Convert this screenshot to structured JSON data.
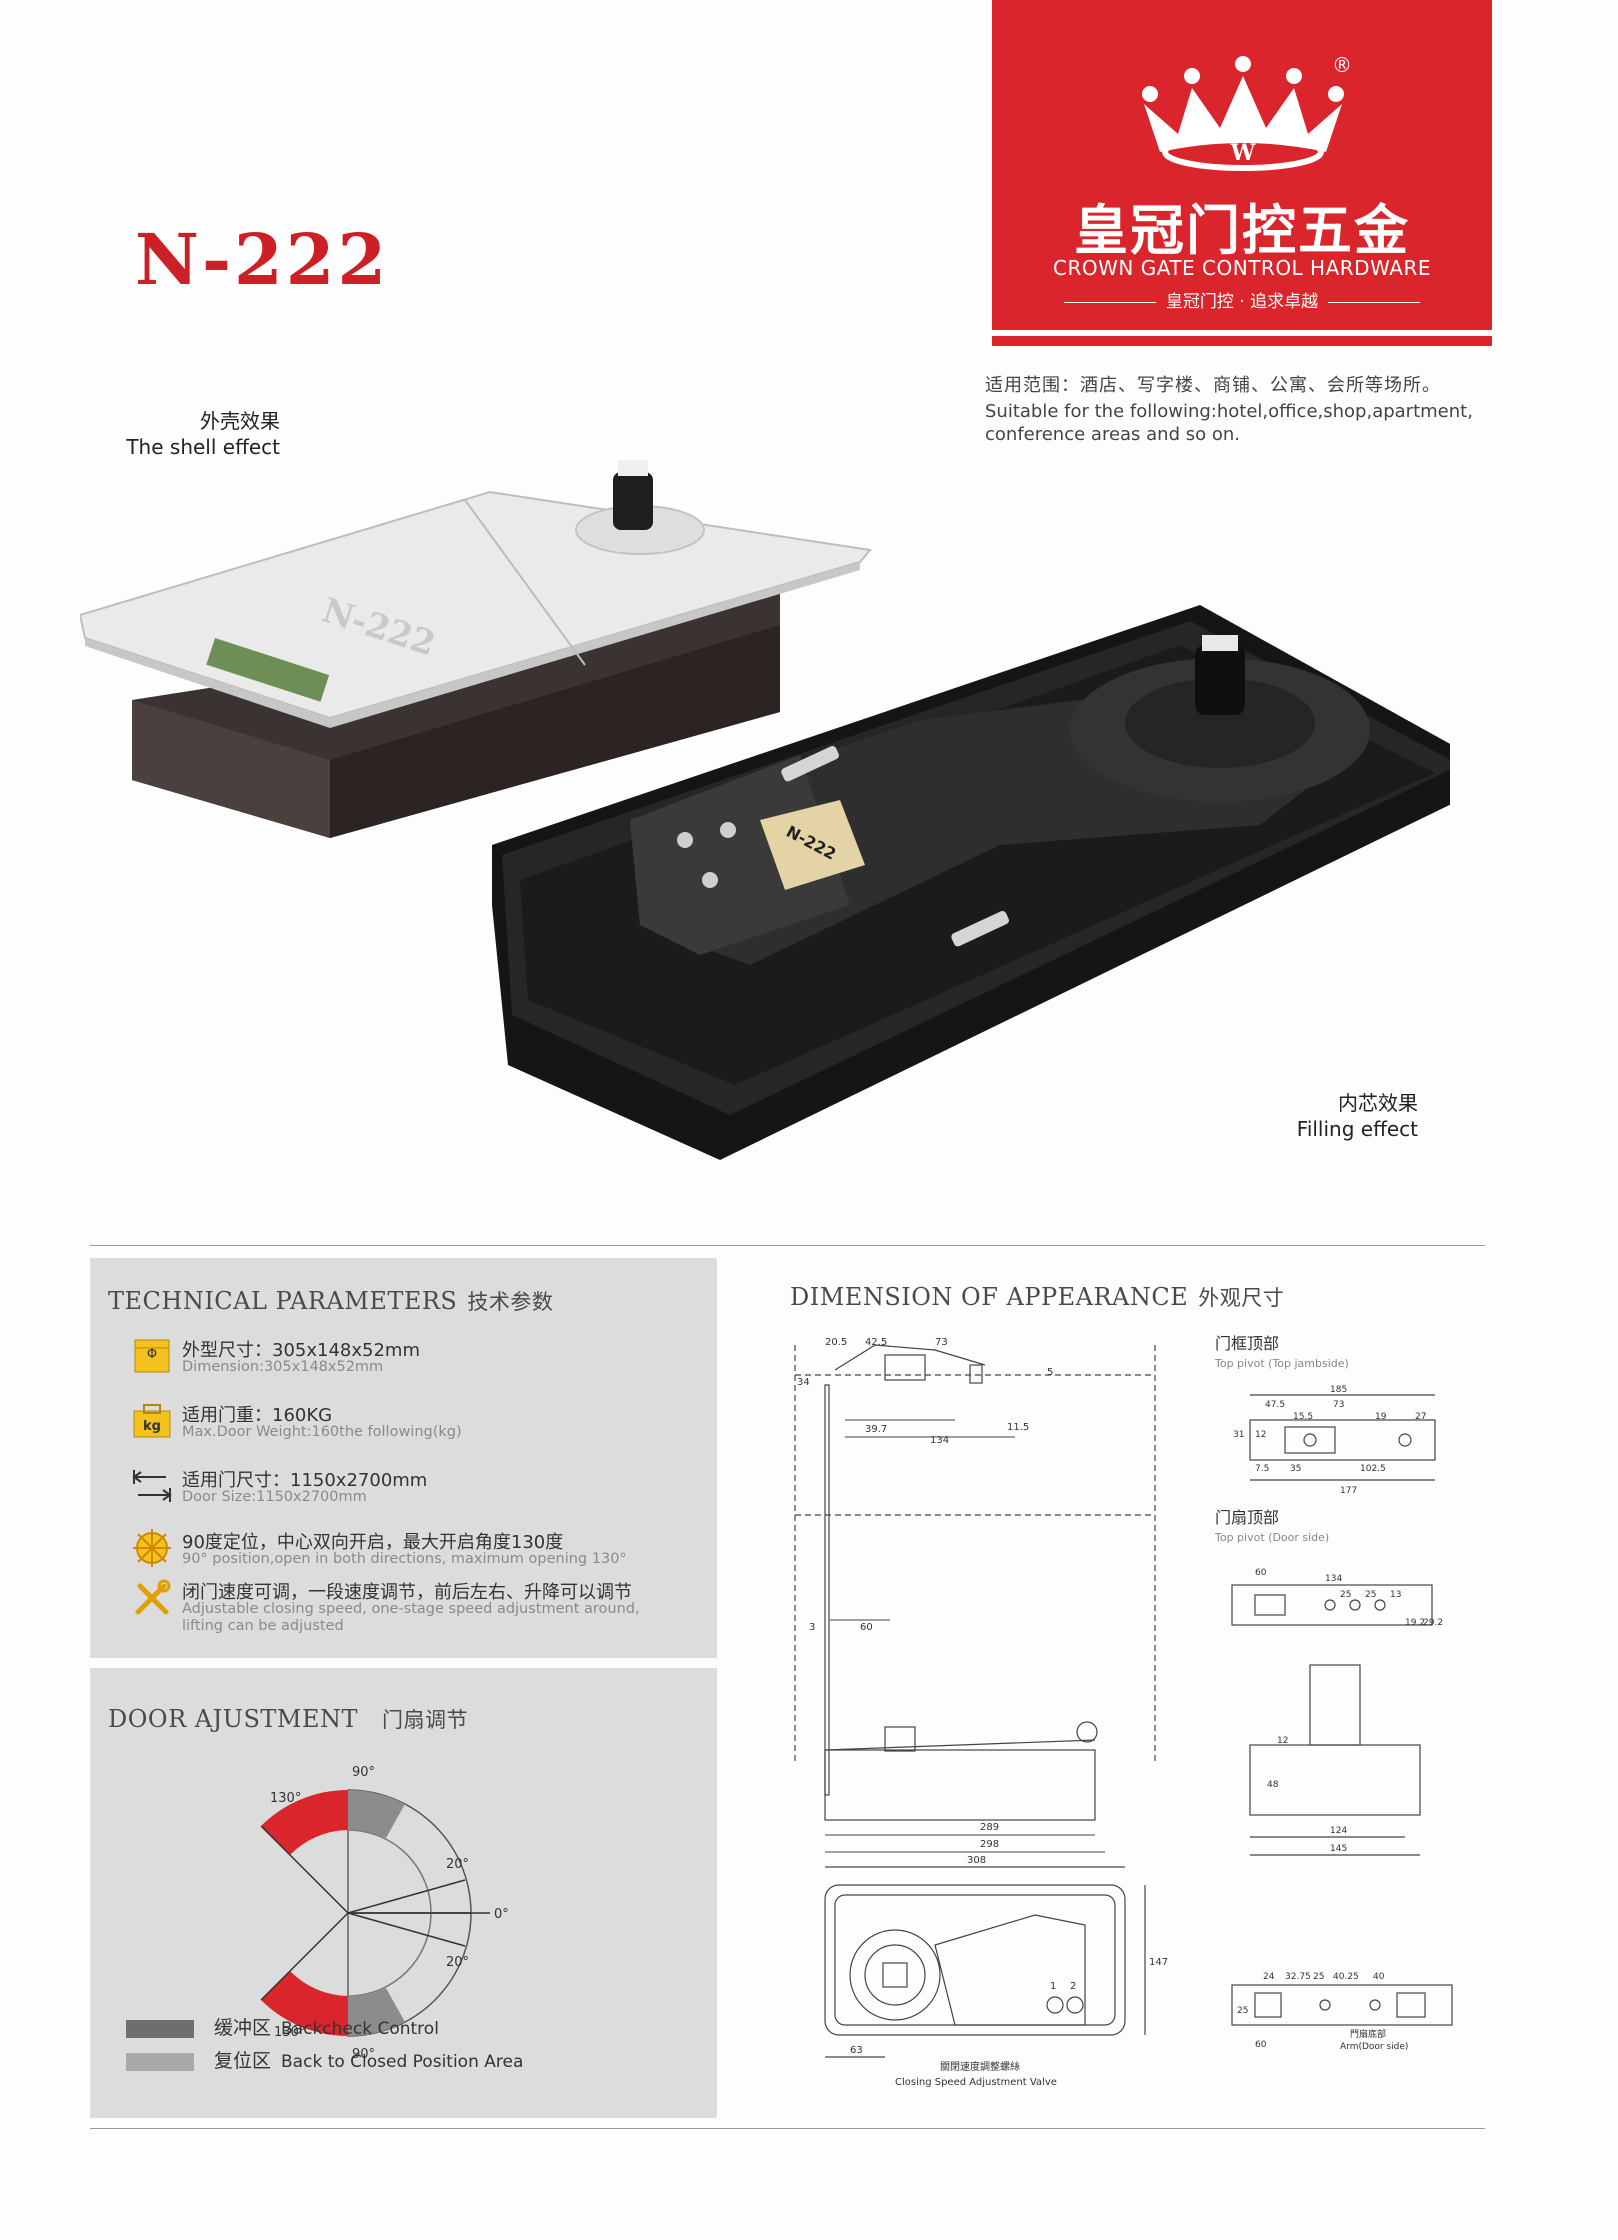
{
  "model": "N-222",
  "brand": {
    "logo_letters": "W",
    "registered_mark": "®",
    "name_cn": "皇冠门控五金",
    "name_en": "CROWN GATE CONTROL HARDWARE",
    "slogan": "皇冠门控 · 追求卓越",
    "color": "#d9252b"
  },
  "suitable": {
    "cn": "适用范围：酒店、写字楼、商铺、公寓、会所等场所。",
    "en_line1": "Suitable for the following:hotel,office,shop,apartment,",
    "en_line2": "conference areas and so on."
  },
  "shell": {
    "cn": "外壳效果",
    "en": "The shell effect",
    "plate_text": "N-222"
  },
  "filling": {
    "cn": "内芯效果",
    "en": "Filling effect",
    "label_model": "N-222"
  },
  "technical": {
    "title_en": "TECHNICAL PARAMETERS",
    "title_cn": "技术参数",
    "items": [
      {
        "icon": "dimension-icon",
        "cn": "外型尺寸：305x148x52mm",
        "en": "Dimension:305x148x52mm"
      },
      {
        "icon": "weight-icon",
        "icon_text": "kg",
        "cn": "适用门重：160KG",
        "en": "Max.Door Weight:160the following(kg)"
      },
      {
        "icon": "door-size-icon",
        "cn": "适用门尺寸：1150x2700mm",
        "en": "Door Size:1150x2700mm"
      },
      {
        "icon": "position-icon",
        "cn": "90度定位，中心双向开启，最大开启角度130度",
        "en": "90° position,open in both directions, maximum opening  130°"
      },
      {
        "icon": "tools-icon",
        "cn": "闭门速度可调，一段速度调节，前后左右、升降可以调节",
        "en": "Adjustable closing speed, one-stage speed adjustment around,",
        "en2": "lifting can be adjusted"
      }
    ]
  },
  "door_adjustment": {
    "title_en": "DOOR AJUSTMENT",
    "title_cn": "门扇调节",
    "angles": {
      "top": "90°",
      "top_left": "130°",
      "upper": "20°",
      "zero": "0°",
      "lower": "20°",
      "bottom_left": "130°",
      "bottom": "90°"
    },
    "legend": [
      {
        "cn": "缓冲区",
        "en": "Backcheck Control",
        "color": "#6e6e6e"
      },
      {
        "cn": "复位区",
        "en": "Back to Closed Position Area",
        "color": "#a9a9a9"
      }
    ],
    "accent": "#d9252b"
  },
  "dimension": {
    "title_en": "DIMENSION OF APPEARANCE",
    "title_cn": "外观尺寸",
    "top_pivot_jamb_cn": "门框顶部",
    "top_pivot_jamb_en": "Top pivot (Top jambside)",
    "top_pivot_door_cn": "门扇顶部",
    "top_pivot_door_en": "Top pivot (Door side)",
    "arm_cn": "門扇底部",
    "arm_en": "Arm(Door side)",
    "valve_cn": "關閉速度調整螺絲",
    "valve_en": "Closing Speed Adjustment Valve",
    "side_dims": {
      "d1": "20.5",
      "d2": "42.5",
      "d3": "73",
      "d4": "34",
      "d5": "5",
      "d6": "39.7",
      "d7": "11.5",
      "d8": "134",
      "d9": "3",
      "d10": "60",
      "d11": "289",
      "d12": "298"
    },
    "plan_dims": {
      "w": "308",
      "h": "147",
      "left": "63",
      "n1": "1",
      "n2": "2"
    },
    "jamb_dims": {
      "a": "185",
      "b": "47.5",
      "c": "73",
      "d": "15.5",
      "e": "19",
      "f": "27",
      "g": "31",
      "h": "12",
      "i": "35",
      "j": "102.5",
      "k": "7.5",
      "l": "177"
    },
    "door_dims": {
      "a": "60",
      "b": "134",
      "c": "25",
      "d": "25",
      "e": "13",
      "f": "19.2",
      "g": "29.2",
      "h": "12",
      "i": "48",
      "j": "124",
      "k": "145"
    },
    "arm_dims": {
      "a": "24",
      "b": "32.75",
      "c": "25",
      "d": "40.25",
      "e": "40",
      "f": "25",
      "g": "60"
    }
  }
}
